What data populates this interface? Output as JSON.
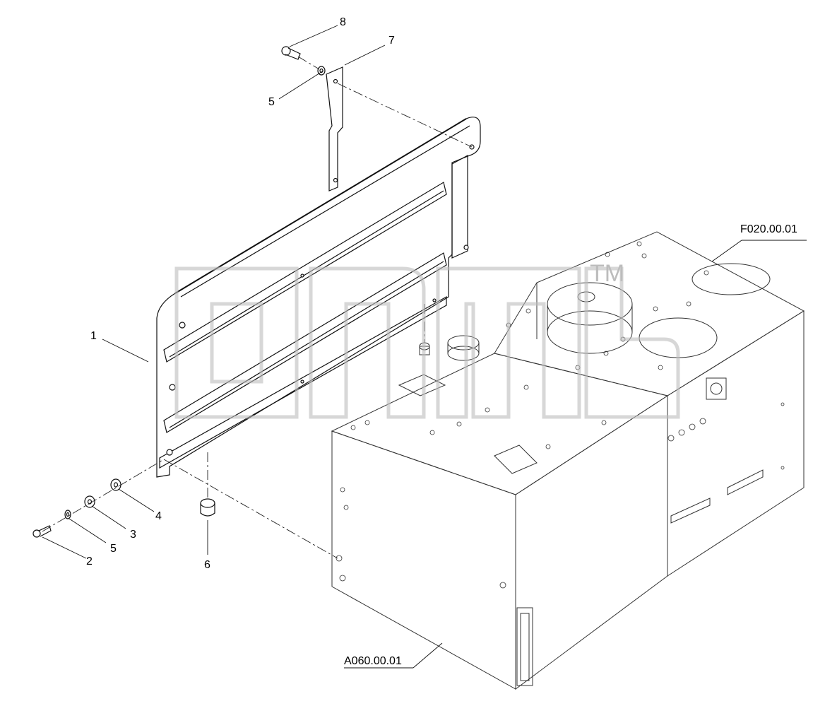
{
  "diagram": {
    "callouts": [
      {
        "id": "c1",
        "label": "1"
      },
      {
        "id": "c2",
        "label": "2"
      },
      {
        "id": "c3",
        "label": "3"
      },
      {
        "id": "c4",
        "label": "4"
      },
      {
        "id": "c5a",
        "label": "5"
      },
      {
        "id": "c5b",
        "label": "5"
      },
      {
        "id": "c6",
        "label": "6"
      },
      {
        "id": "c7",
        "label": "7"
      },
      {
        "id": "c8",
        "label": "8"
      }
    ],
    "references": [
      {
        "id": "ref_f020",
        "label": "F020.00.01"
      },
      {
        "id": "ref_a060",
        "label": "A060.00.01"
      }
    ],
    "watermark": {
      "text": "BML",
      "tm": "TM"
    }
  }
}
